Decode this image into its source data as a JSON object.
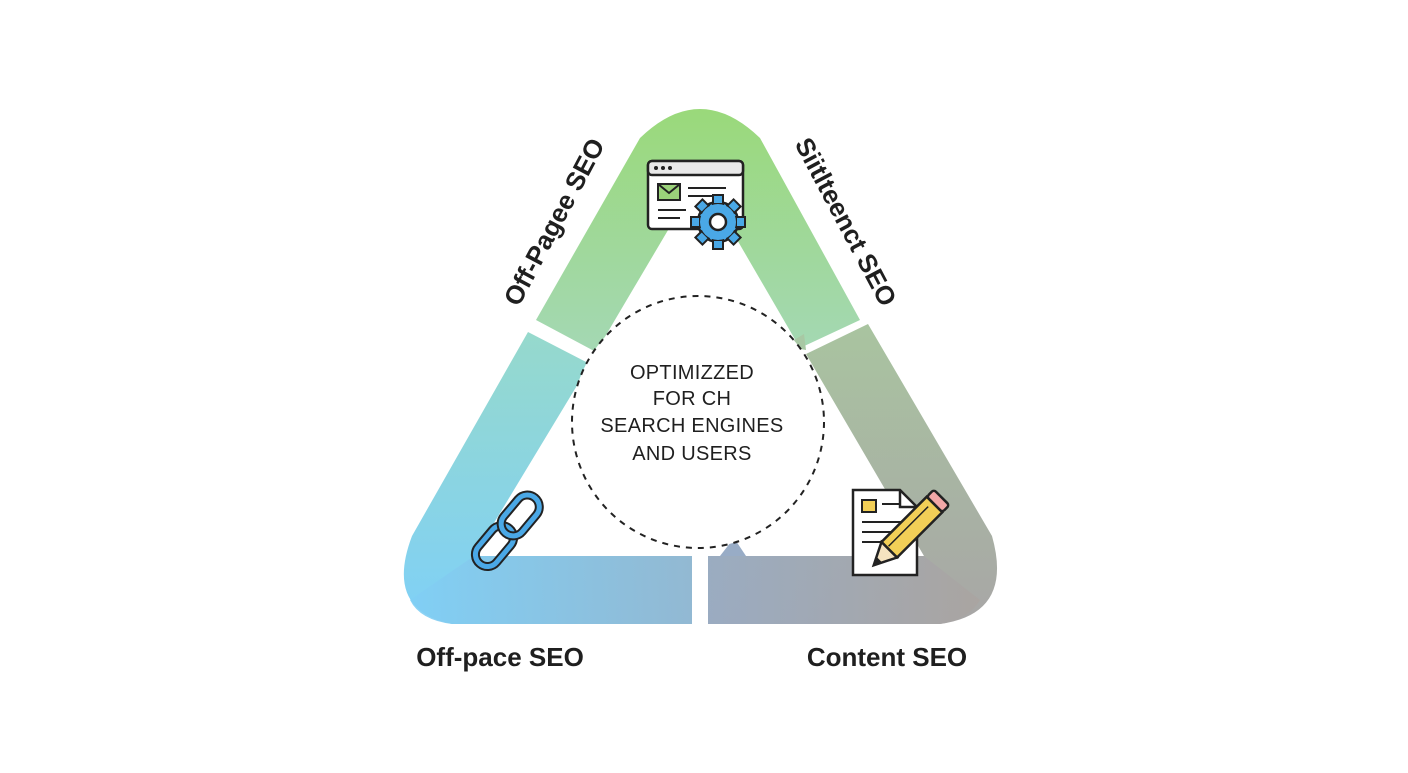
{
  "labels": {
    "left_side": "Off-Pagee SEO",
    "right_side": "Siitlteenct SEO",
    "bottom_left": "Off-pace SEO",
    "bottom_right": "Content SEO"
  },
  "center": {
    "lines": [
      "OPTIMIZZED",
      "FOR CH",
      "SEARCH ENGINES",
      "AND USERS"
    ]
  },
  "icons": {
    "top": "browser-gear-icon",
    "left": "chain-link-icon",
    "right": "document-pencil-icon"
  },
  "colors": {
    "green": "#9ad97a",
    "blue": "#7fd0f7",
    "gray": "#a7a5a2",
    "text": "#1f1f1f",
    "icon_blue": "#4aa8e6",
    "icon_green": "#9bd27a",
    "icon_yellow": "#f2cf57"
  }
}
